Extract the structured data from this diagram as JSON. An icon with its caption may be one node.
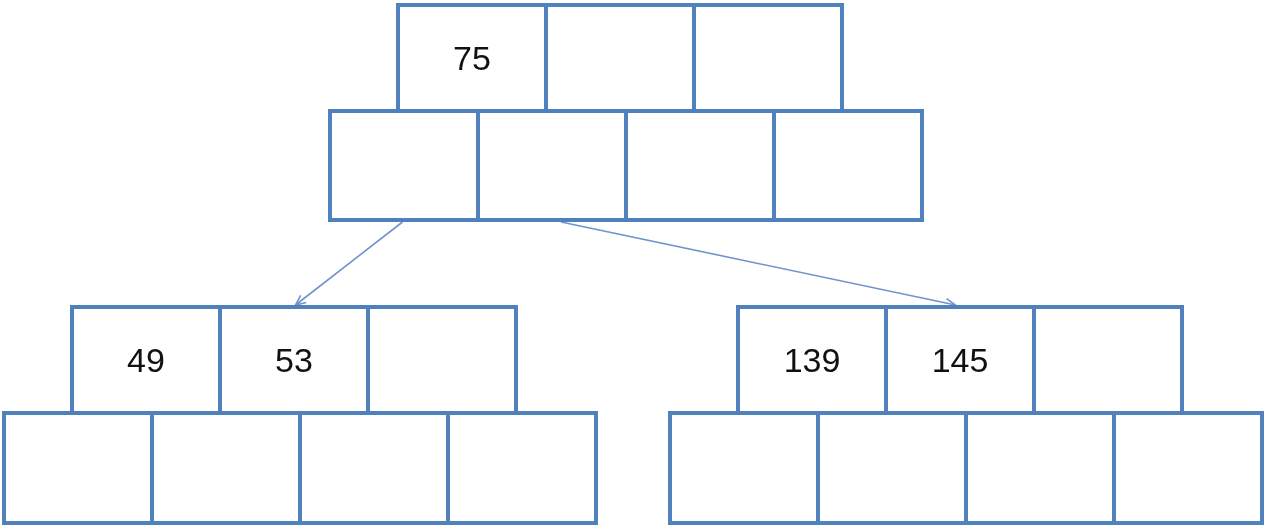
{
  "diagram": {
    "nodes": [
      {
        "text": [
          "75"
        ]
      },
      {
        "text": [],
        "shape": "box"
      },
      {
        "text": [],
        "shape": "box"
      },
      {
        "text": [],
        "shape": "box"
      },
      {
        "text": [],
        "shape": "box"
      },
      {
        "text": [],
        "shape": "box"
      },
      {
        "text": [],
        "shape": "box"
      },
      {
        "text": [
          "49"
        ]
      },
      {
        "text": [
          "53"
        ]
      },
      {
        "text": [],
        "shape": "box"
      },
      {
        "text": [
          "139"
        ]
      },
      {
        "text": [
          "145"
        ]
      },
      {
        "text": [],
        "shape": "box"
      },
      {
        "text": [],
        "shape": "box"
      },
      {
        "text": [],
        "shape": "box"
      },
      {
        "text": [],
        "shape": "box"
      },
      {
        "text": [],
        "shape": "box"
      },
      {
        "text": [],
        "shape": "box"
      },
      {
        "text": [],
        "shape": "box"
      },
      {
        "text": [],
        "shape": "box"
      },
      {
        "text": [],
        "shape": "box"
      }
    ],
    "edges": [
      {
        "from": 3,
        "to": 8,
        "arrow": "to"
      },
      {
        "from": 4,
        "to": 11,
        "arrow": "to"
      }
    ]
  }
}
